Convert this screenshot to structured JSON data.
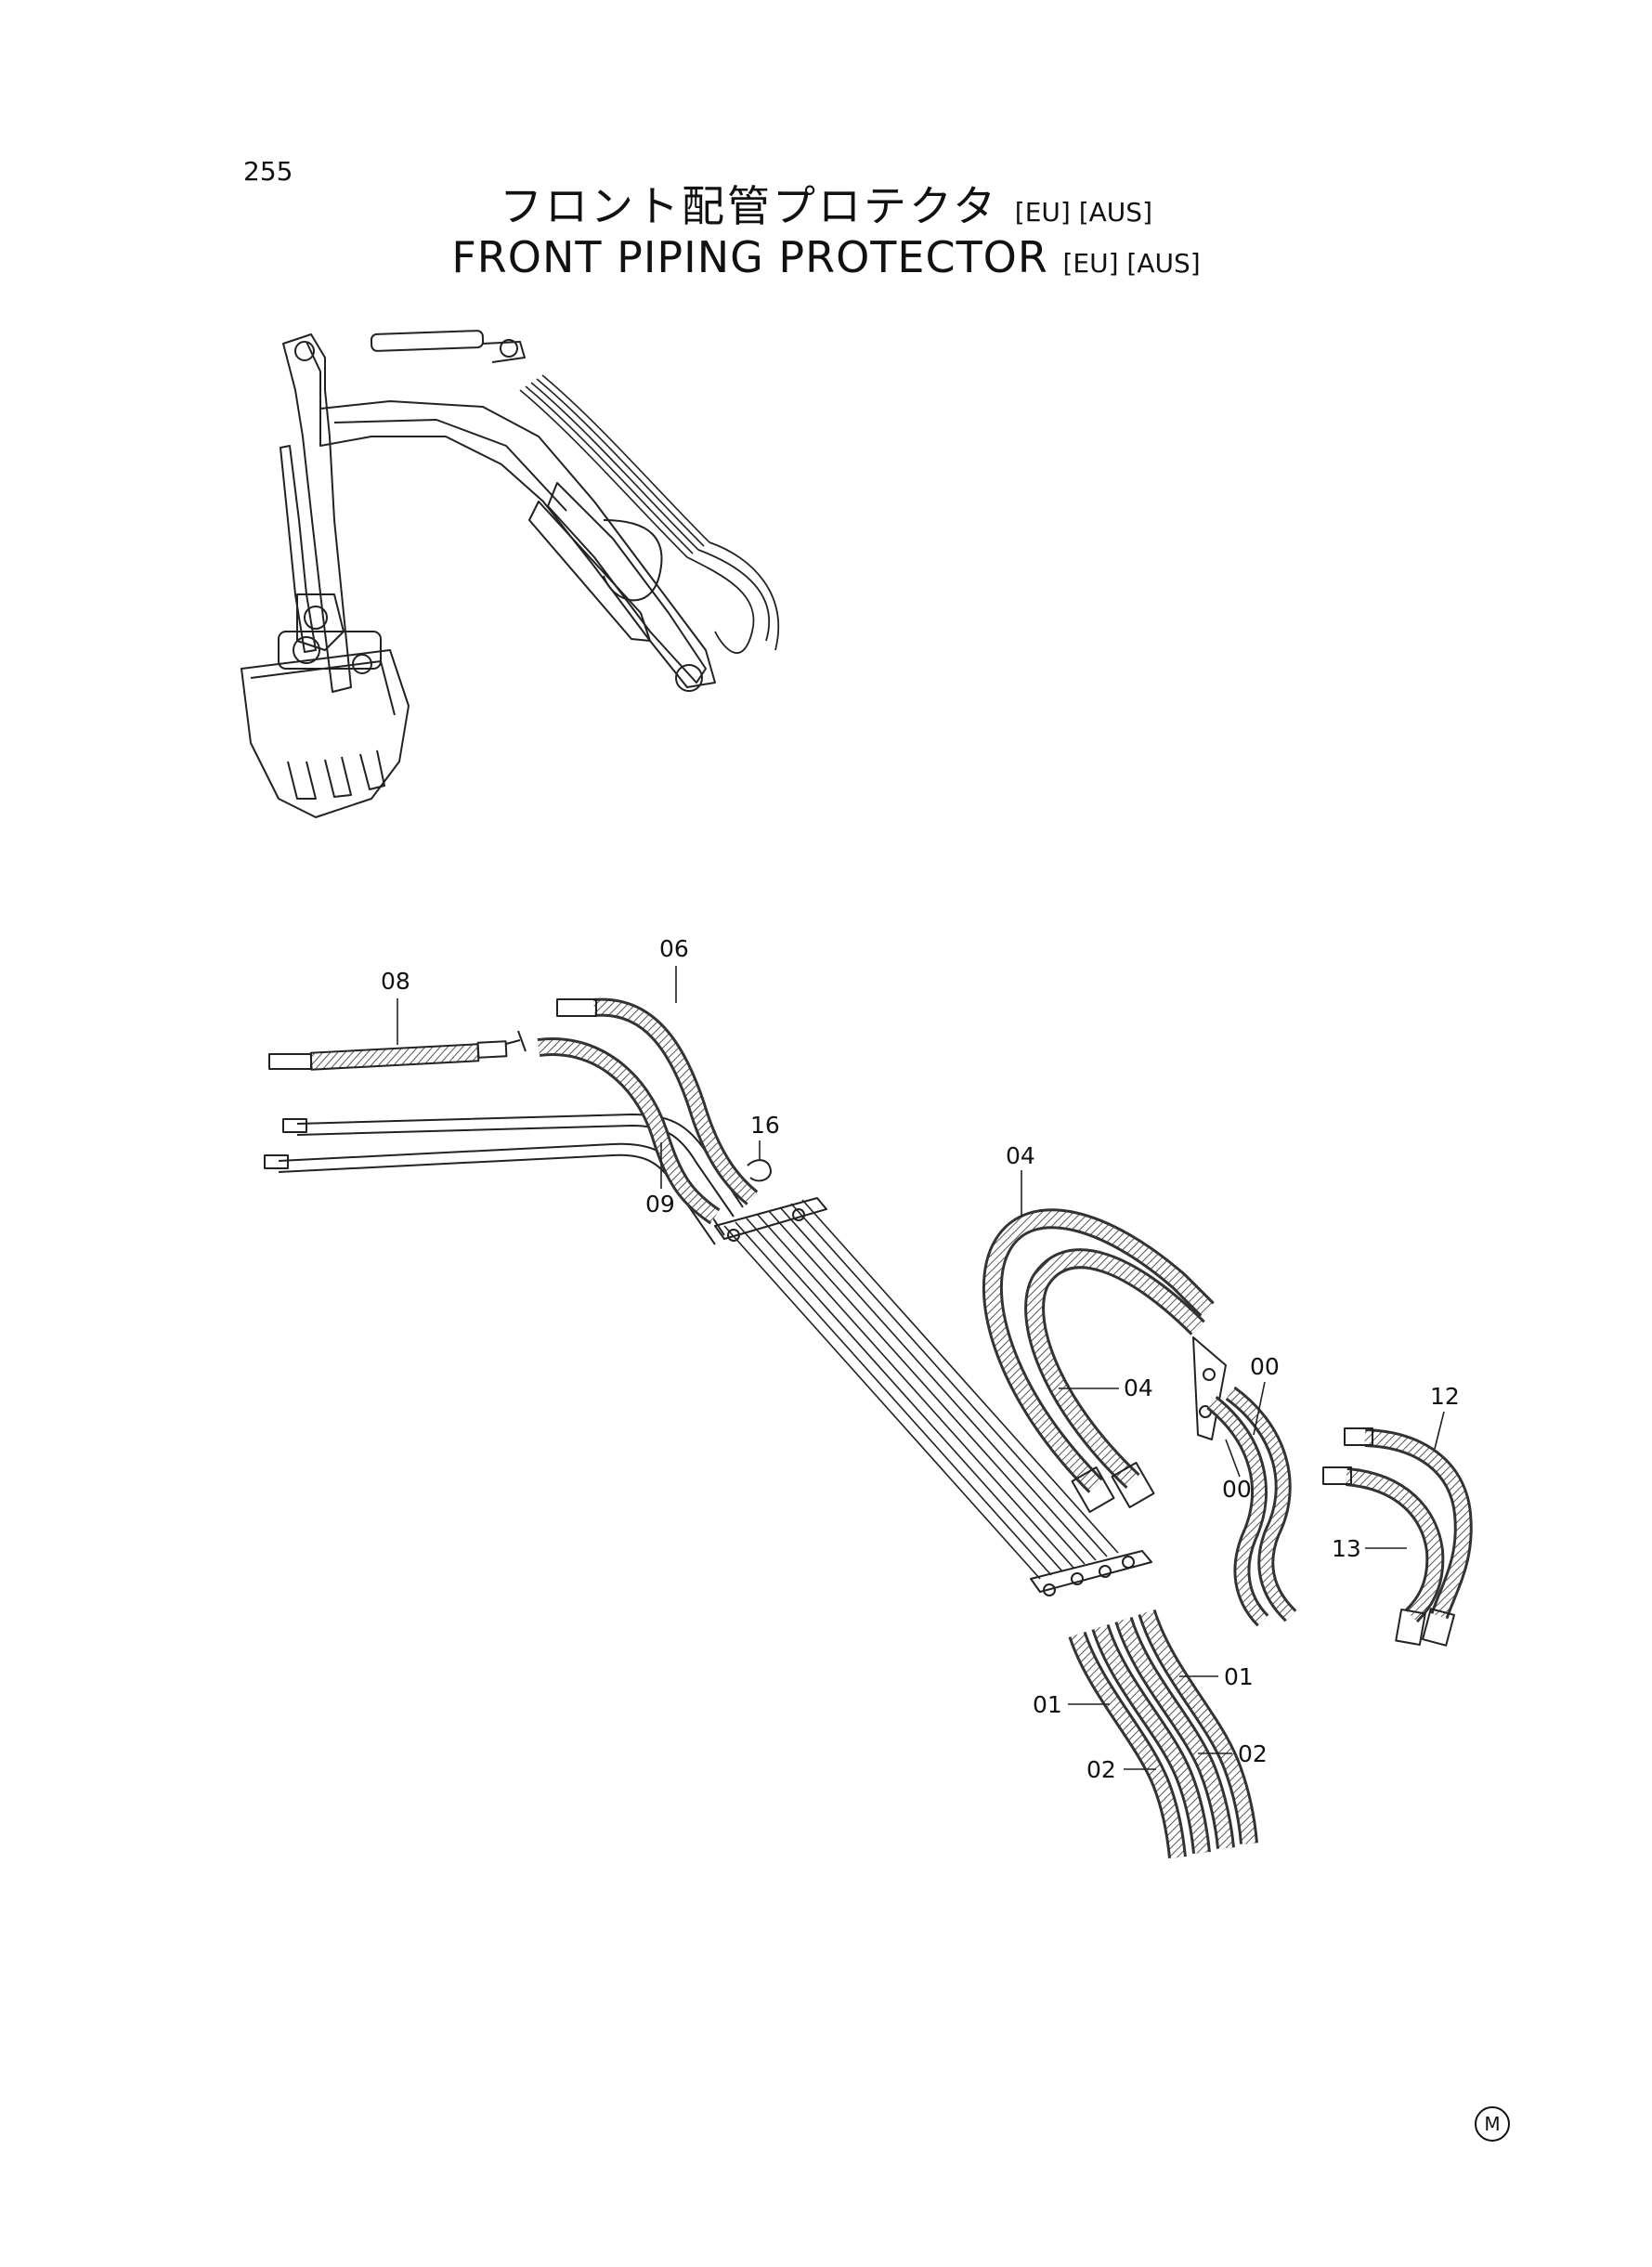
{
  "page_number": "255",
  "title": {
    "jp": "フロント配管プロテクタ",
    "en": "FRONT  PIPING  PROTECTOR",
    "tags": "[EU] [AUS]"
  },
  "callouts": {
    "c08": "08",
    "c06": "06",
    "c16": "16",
    "c09": "09",
    "c04a": "04",
    "c04b": "04",
    "c00a": "00",
    "c00b": "00",
    "c12": "12",
    "c13": "13",
    "c01a": "01",
    "c01b": "01",
    "c02a": "02",
    "c02b": "02"
  },
  "corner_mark": "M"
}
